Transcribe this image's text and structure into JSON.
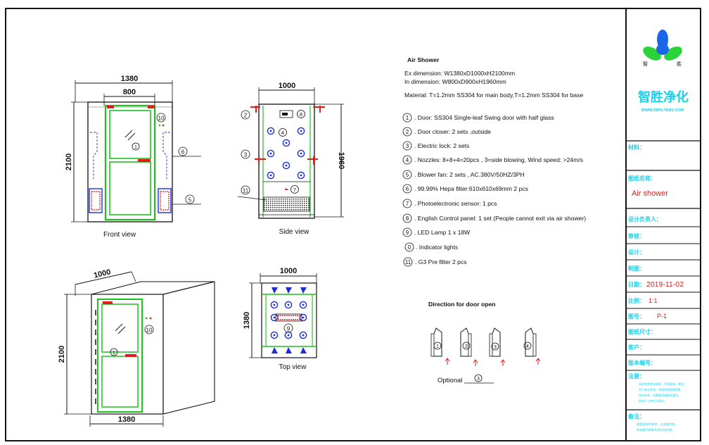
{
  "views": {
    "front": {
      "label": "Front view",
      "width_outer": "1380",
      "width_inner": "800",
      "height": "2100"
    },
    "side": {
      "label": "Side view",
      "depth": "1000",
      "height": "1960"
    },
    "iso": {
      "depth": "1000",
      "height": "2100",
      "width": "1380"
    },
    "top": {
      "label": "Top view",
      "depth": "1000",
      "width": "1380"
    }
  },
  "callouts": [
    "1",
    "2",
    "3",
    "4",
    "5",
    "6",
    "7",
    "8",
    "9",
    "10",
    "11"
  ],
  "specs": {
    "title": "Air Shower",
    "ex_dimension": "Ex dimension: W1380xD1000xH2100mm",
    "in_dimension": "In dimension: W800xD900xH1960mm",
    "material": "Material: T=1.2mm SS304 for main body,T=1.2mm SS304 for base",
    "items": [
      {
        "num": "1",
        "text": ". Door: SS304 Single-leaf  Swing door with half glass"
      },
      {
        "num": "2",
        "text": ".  Door closer: 2 sets ,outside"
      },
      {
        "num": "3",
        "text": ".  Electric lock: 2 sets"
      },
      {
        "num": "4",
        "text": ".  Nozzles: 8+8+4=20pcs  , 3=side blowing,  Wind speed: >24m/s"
      },
      {
        "num": "5",
        "text": ".  Blower fan:  2 sets   , AC.380V/50HZ/3PH"
      },
      {
        "num": "6",
        "text": ".  99.99% Hepa filter:610x610x69mm 2 pcs"
      },
      {
        "num": "7",
        "text": ". Photoelectronic sensor: 1 pcs"
      },
      {
        "num": "8",
        "text": ". English Control  panel: 1 set  (People cannot exit via air shower)"
      },
      {
        "num": "9",
        "text": ". LED Lamp  1 x 18W"
      },
      {
        "num": "0",
        "text": ". Indicator lights"
      },
      {
        "num": "11",
        "text": ". G3 Pre filter  2 pcs"
      }
    ]
  },
  "door_direction": {
    "title": "Direction for door open",
    "optional_label": "Optional",
    "optional_num": "3",
    "doors": [
      "1",
      "2",
      "3",
      "4"
    ]
  },
  "title_block": {
    "company_cn": "智胜净化",
    "company_url": "WWW.ZSFILTERS.COM",
    "logo_left_char": "智",
    "logo_right_char": "胜",
    "material_label": "材料：",
    "drawing_name_label": "图纸名称：",
    "drawing_name": "Air shower",
    "designer_label": "设计负责人：",
    "reviewer_label": "审核：",
    "design_label": "设计：",
    "drafter_label": "制图：",
    "date_label": "日期：",
    "date": "2019-11-02",
    "scale_label": "比例：",
    "scale": "1:1",
    "drawing_no_label": "图号：",
    "drawing_no": "P-1",
    "size_label": "图纸尺寸：",
    "customer_label": "客户：",
    "contract_label": "版本编号：",
    "note_label": "注意：",
    "note_text": [
      "未经智胜净化授权，不得复制、转印、",
      "用于其它用途。本图纸版权属智胜",
      "净化所有，如需使用请联系我司。",
      "所有尺寸单位为毫米。"
    ],
    "remark_label": "备注：",
    "remark_text": [
      "本图纸仅供参考，以实物为准。",
      "如有疑问请联系我司技术部。"
    ]
  },
  "colors": {
    "frame": "#141414",
    "door_green": "#1fc11f",
    "nozzle_blue": "#1c2fd6",
    "accent_red": "#e41b1b",
    "titleblock_cyan": "#19d1e8",
    "logo_blue": "#1a66e8",
    "logo_green": "#2cd23a"
  }
}
